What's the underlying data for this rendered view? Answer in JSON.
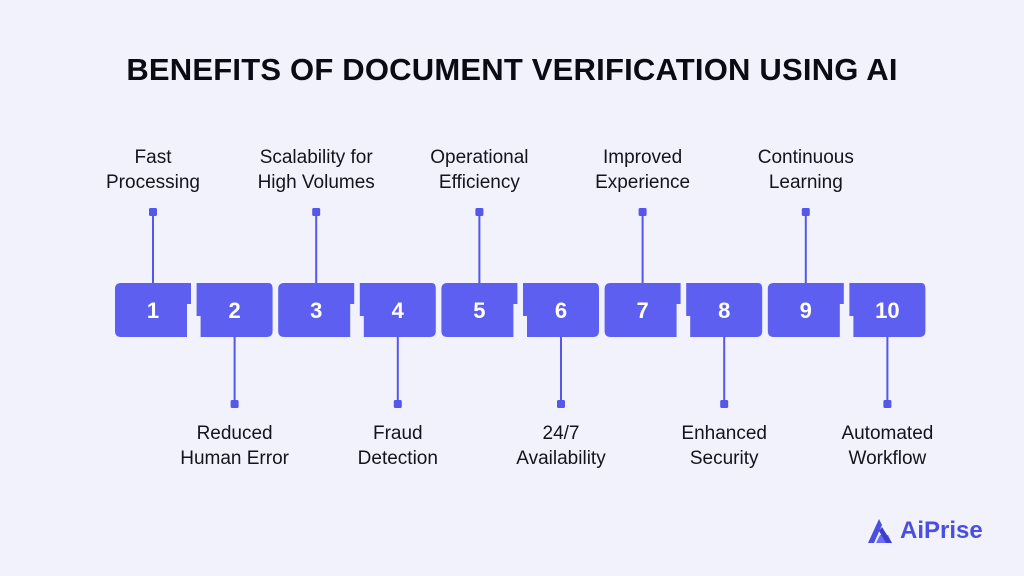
{
  "title": "BENEFITS OF DOCUMENT VERIFICATION USING AI",
  "brand": {
    "name": "AiPrise",
    "accent": "#5457ea"
  },
  "colors": {
    "piece": "#5d5ff0",
    "connector": "#5457ea",
    "background": "#f1f2fc",
    "text": "#14141c"
  },
  "steps": [
    {
      "number": "1",
      "lines": [
        "Fast",
        "Processing"
      ],
      "side": "top"
    },
    {
      "number": "2",
      "lines": [
        "Reduced",
        "Human Error"
      ],
      "side": "bottom"
    },
    {
      "number": "3",
      "lines": [
        "Scalability for",
        "High Volumes"
      ],
      "side": "top"
    },
    {
      "number": "4",
      "lines": [
        "Fraud",
        "Detection"
      ],
      "side": "bottom"
    },
    {
      "number": "5",
      "lines": [
        "Operational",
        "Efficiency"
      ],
      "side": "top"
    },
    {
      "number": "6",
      "lines": [
        "24/7",
        "Availability"
      ],
      "side": "bottom"
    },
    {
      "number": "7",
      "lines": [
        "Improved",
        "Experience"
      ],
      "side": "top"
    },
    {
      "number": "8",
      "lines": [
        "Enhanced",
        "Security"
      ],
      "side": "bottom"
    },
    {
      "number": "9",
      "lines": [
        "Continuous",
        "Learning"
      ],
      "side": "top"
    },
    {
      "number": "10",
      "lines": [
        "Automated",
        "Workflow"
      ],
      "side": "bottom"
    }
  ]
}
